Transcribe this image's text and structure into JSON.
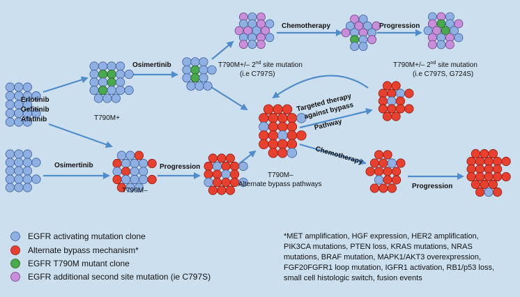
{
  "colors": {
    "background": "#ccdfee",
    "arrow": "#4f8cc9",
    "blue": "#8fb0e2",
    "red": "#e8402f",
    "green": "#4aa84d",
    "purple": "#c98ed9"
  },
  "labels": {
    "tki1": "Erlotinib",
    "tki2": "Gefitinib",
    "tki3": "Afatinib",
    "osi_top": "Osimertinib",
    "osi_bottom": "Osimertinib",
    "chemo_top": "Chemotherapy",
    "prog_top": "Progression",
    "prog_mid": "Progression",
    "prog_right": "Progression",
    "chemo_mid": "Chemotherapy",
    "targeted_1": "Targeted therapy",
    "targeted_2": "against bypass",
    "targeted_3": "Pathway",
    "t790m_pos": "T790M+",
    "t790m_neg": "T790M–",
    "second_site_a_pre": "T790M+/– 2",
    "second_site_a_sup": "nd",
    "second_site_a_post": " site mutation",
    "second_site_a_ex": "(i.e C797S)",
    "second_site_b_pre": "T790M+/– 2",
    "second_site_b_sup": "nd",
    "second_site_b_post": " site mutation",
    "second_site_b_ex": "(i.e C797S, G724S)",
    "bypass_1": "T790M–",
    "bypass_2": "Alternate bypass pathways"
  },
  "legend": [
    {
      "color": "blue",
      "label": "EGFR activating mutation clone"
    },
    {
      "color": "red",
      "label": "Alternate bypass mechanism*"
    },
    {
      "color": "green",
      "label": "EGFR T790M mutant clone"
    },
    {
      "color": "purple",
      "label": "EGFR additional second site mutation (ie C797S)"
    }
  ],
  "footnote": [
    "*MET amplification, HGF expression, HER2 amplification,",
    "PIK3CA mutations, PTEN loss, KRAS mutations, NRAS",
    "mutations, BRAF mutation, MAPK1/AKT3 overexpression,",
    "FGF20FGFR1 loop mutation, IGFR1 activation, RB1/p53 loss,",
    "small cell histologic switch, fusion events"
  ]
}
